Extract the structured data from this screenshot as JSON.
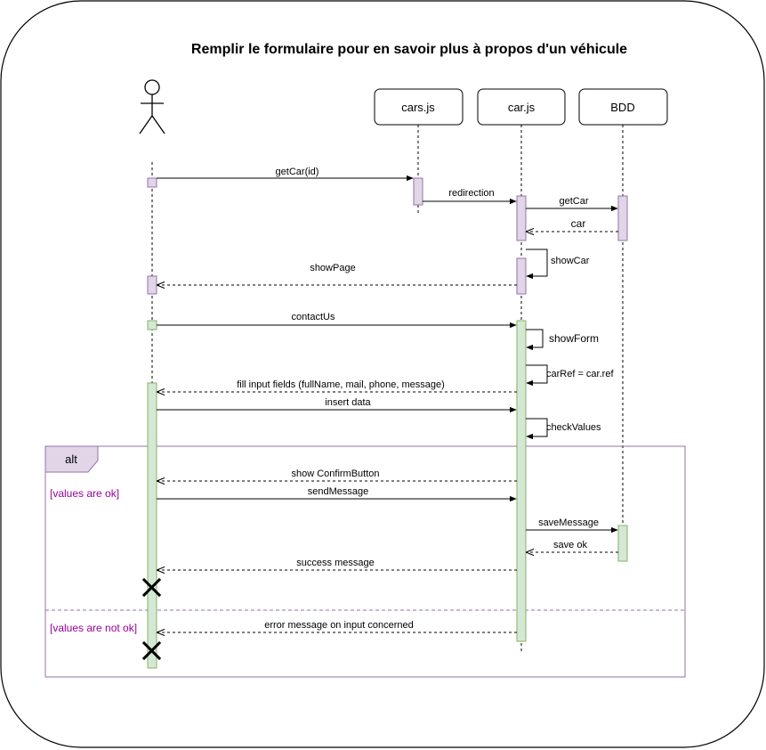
{
  "title": "Remplir le formulaire pour en savoir plus à propos d'un véhicule",
  "participants": {
    "cars_js": "cars.js",
    "car_js": "car.js",
    "bdd": "BDD"
  },
  "messages": {
    "getCarId": "getCar(id)",
    "redirection": "redirection",
    "getCar": "getCar",
    "car": "car",
    "showCar": "showCar",
    "showPage": "showPage",
    "contactUs": "contactUs",
    "showForm": "showForm",
    "carRef": "carRef = car.ref",
    "fillInputs": "fill input fields (fullName, mail, phone, message)",
    "insertData": "insert data",
    "checkValues": "checkValues",
    "showConfirm": "show ConfirmButton",
    "sendMessage": "sendMessage",
    "saveMessage": "saveMessage",
    "saveOk": "save ok",
    "success": "success message",
    "error": "error message on input concerned"
  },
  "alt_fragment": {
    "label": "alt",
    "guard_ok": "[values are ok]",
    "guard_not_ok": "[values are not ok]"
  },
  "colors": {
    "activation_purple_fill": "#e1d5e7",
    "activation_purple_stroke": "#9673a6",
    "activation_green_fill": "#d5e8d4",
    "activation_green_stroke": "#82b366",
    "fragment_stroke": "#9673a6",
    "guard_text": "#99009a"
  }
}
